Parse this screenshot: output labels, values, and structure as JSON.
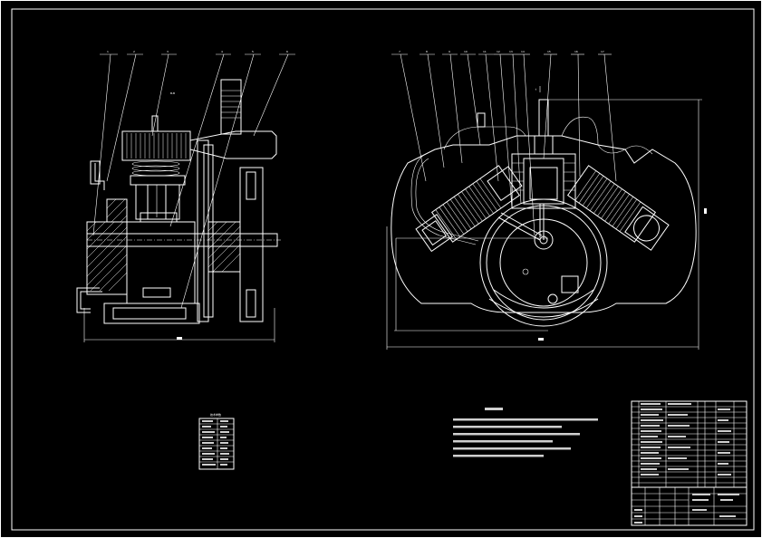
{
  "drawing": {
    "background": "#000000",
    "line_color": "#ffffff",
    "views": [
      {
        "id": "section-view",
        "type": "longitudinal section of compressor"
      },
      {
        "id": "v-engine-view",
        "type": "cross section of V-type cylinder block"
      }
    ],
    "left_view_callouts": [
      "1",
      "2",
      "3",
      "4",
      "5",
      "6"
    ],
    "right_view_callouts": [
      "7",
      "8",
      "9",
      "10",
      "11",
      "12",
      "13",
      "14",
      "15",
      "16",
      "17",
      "18"
    ]
  }
}
